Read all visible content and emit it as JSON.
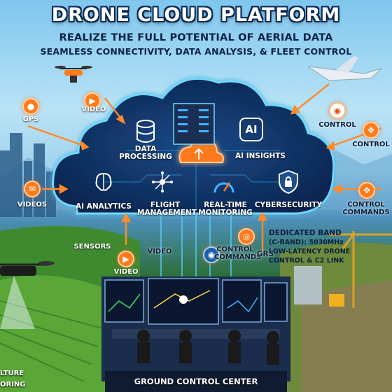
{
  "header": {
    "title": "DRONE CLOUD PLATFORM",
    "subtitle1": "REALIZE THE FULL POTENTIAL OF AERIAL DATA",
    "subtitle2": "SEAMLESS CONNECTIVITY, DATA ANALYSIS, & FLEET CONTROL"
  },
  "cloud_nodes": {
    "data_processing": "DATA PROCESSING",
    "ai_insights": "AI INSIGHTS",
    "ai_analytics": "AI ANALYTICS",
    "flight_management": "FLIGHT MANAGEMENT",
    "realtime_monitoring": "REAL-TIME MONITORING",
    "cybersecurity": "CYBERSECURITY",
    "ai_badge": "AI"
  },
  "outer_labels": {
    "video_top": "VIDEO",
    "gps": "GPS",
    "videos_left": "VIDEOS",
    "sensors": "SENSORS",
    "video_lower": "VIDEO",
    "video_center": "VIDEO",
    "control_commands_center": "CONTROL COMMANDS",
    "grs": "GRS",
    "control_right_top": "CONTROL",
    "control_right": "CONTROL",
    "control_commands_right": "CONTROL COMMANDS"
  },
  "band": {
    "line1": "DEDICATED BAND",
    "line2": "(C-BAND): 5030MHz",
    "line3": "LOW-LATENCY DRONE",
    "line4": "CONTROL & C2 LINK"
  },
  "footer": {
    "ground_control": "GROUND CONTROL CENTER",
    "edge_left_1": "LTURE",
    "edge_left_2": "ORING"
  },
  "colors": {
    "accent_orange": "#ff7a1a",
    "cloud_glow": "#5fd0ff",
    "cloud_fill": "#0f2f5c",
    "title_outline": "#0a2a55"
  }
}
